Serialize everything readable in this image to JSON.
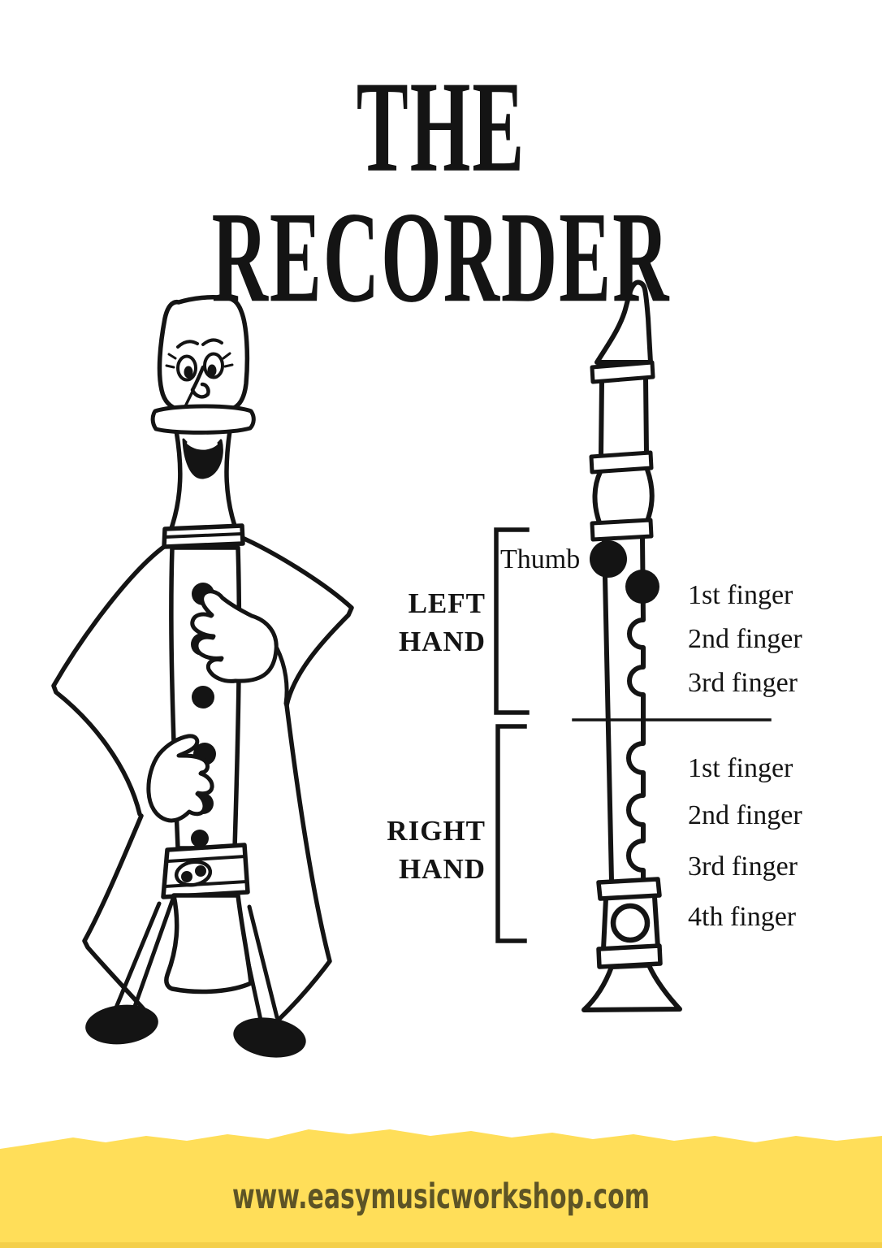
{
  "page": {
    "title": "THE RECORDER"
  },
  "diagram": {
    "thumb_label": "Thumb",
    "left_hand": {
      "title": [
        "LEFT",
        "HAND"
      ],
      "fingers": [
        "1st finger",
        "2nd finger",
        "3rd finger"
      ]
    },
    "right_hand": {
      "title": [
        "RIGHT",
        "HAND"
      ],
      "fingers": [
        "1st finger",
        "2nd finger",
        "3rd finger",
        "4th finger"
      ]
    }
  },
  "icons": {
    "character_illustration": "smiling-recorder-character",
    "recorder_illustration": "recorder-front-outline"
  },
  "colors": {
    "ink": "#141414",
    "background": "#FFFFFF"
  },
  "footer": {
    "url": "www.easymusicworkshop.com",
    "band_color": "#FFDE59",
    "band_edge_color": "#F0CA45",
    "text_color": "#5D5426"
  }
}
